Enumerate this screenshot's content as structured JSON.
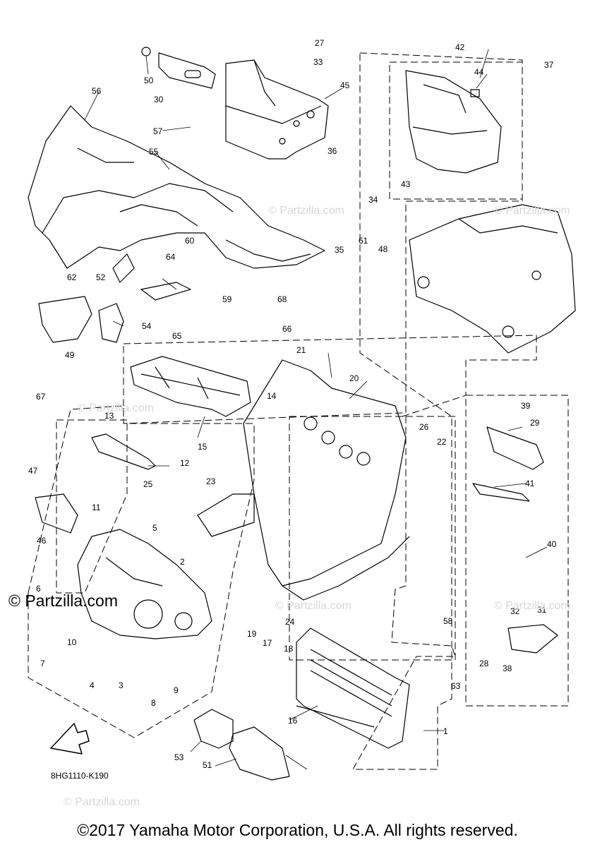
{
  "diagram_id": "8HG1110-K190",
  "brand": "© Partzilla.com",
  "watermark": "© Partzilla.com",
  "copyright": "©2017 Yamaha Motor Corporation, U.S.A. All rights reserved.",
  "fwd_label": "FWD",
  "callouts": [
    "1",
    "2",
    "3",
    "4",
    "5",
    "6",
    "7",
    "8",
    "9",
    "10",
    "11",
    "12",
    "13",
    "14",
    "15",
    "16",
    "17",
    "18",
    "19",
    "20",
    "21",
    "22",
    "23",
    "24",
    "25",
    "26",
    "27",
    "28",
    "29",
    "30",
    "31",
    "32",
    "33",
    "34",
    "35",
    "36",
    "37",
    "38",
    "39",
    "40",
    "41",
    "42",
    "43",
    "44",
    "45",
    "46",
    "47",
    "48",
    "49",
    "50",
    "51",
    "52",
    "53",
    "54",
    "55",
    "56",
    "57",
    "58",
    "59",
    "60",
    "61",
    "62",
    "63",
    "64",
    "65",
    "66",
    "67",
    "68"
  ],
  "colors": {
    "line": "#000000",
    "watermark": "#d7d7d7",
    "background": "#ffffff"
  }
}
